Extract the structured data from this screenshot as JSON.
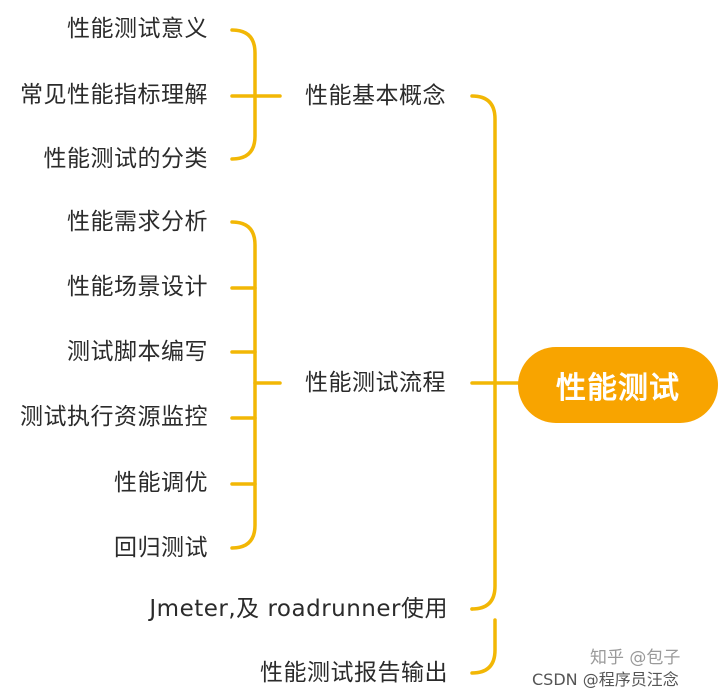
{
  "root": {
    "label": "性能测试"
  },
  "branches": [
    {
      "label": "性能基本概念",
      "children": [
        "性能测试意义",
        "常见性能指标理解",
        "性能测试的分类"
      ]
    },
    {
      "label": "性能测试流程",
      "children": [
        "性能需求分析",
        "性能场景设计",
        "测试脚本编写",
        "测试执行资源监控",
        "性能调优",
        "回归测试"
      ]
    },
    {
      "label": "Jmeter,及 roadrunner使用",
      "children": []
    },
    {
      "label": "性能测试报告输出",
      "children": []
    }
  ],
  "watermark": {
    "site": "知乎 @包子",
    "csdn": "CSDN @程序员汪念"
  },
  "colors": {
    "line": "#f2b705",
    "root_fill": "#f8a400",
    "text": "#2b2b2b"
  }
}
